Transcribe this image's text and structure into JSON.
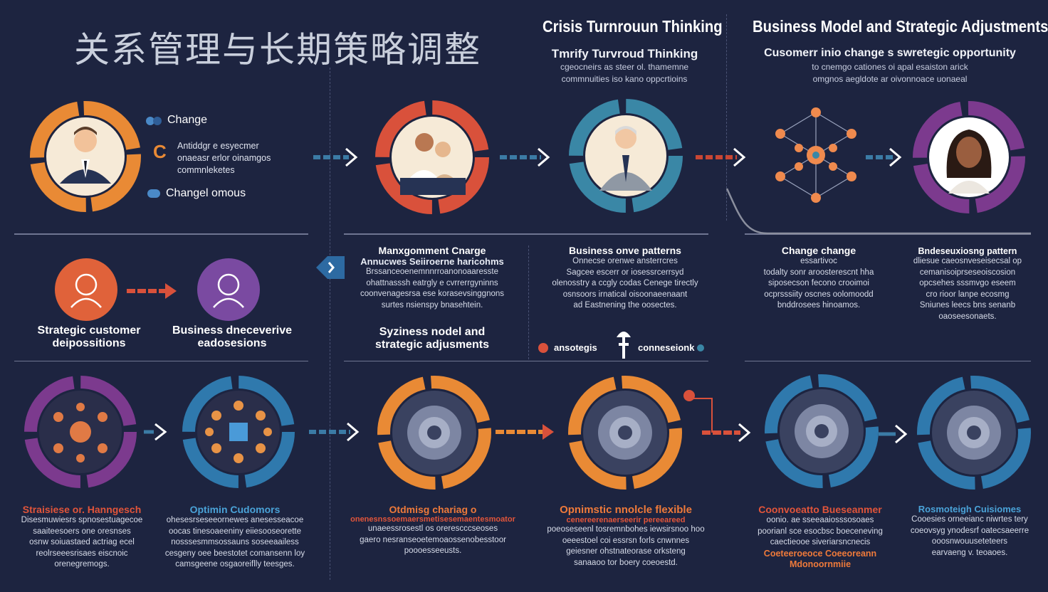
{
  "page_title": "关系管理与长期策略调整",
  "sections": {
    "crisis": {
      "title": "Crisis Turnrouun Thinking",
      "subtitle": "Tmrify Turvroud Thinking",
      "lines": [
        "cgeocneirs as steer ol. thamemne",
        "commnuities iso kano oppcrtioins"
      ]
    },
    "business": {
      "title": "Business Model and Strategic Adjustments",
      "subtitle": "Cusomerr inio change s swretegic opportunity",
      "lines": [
        "to cnemgo cationes oi apal esaiston arick",
        "omgnos aegldote ar oivonnoace uonaeal"
      ]
    }
  },
  "legend": {
    "item1": "Change",
    "item2_letter": "C",
    "item2_lines": [
      "Antiddgr e esyecmer",
      "onaeasr erlor oinamgos",
      "commnleketes"
    ],
    "item3": "Changel omous"
  },
  "middle": {
    "left_labels": [
      "Strategic customer\ndeipossitions",
      "Business dneceverive\neadosesions"
    ],
    "mgmt_title": "Manxgomment Cnarge",
    "mgmt_sub": "Annucwes Seiiroerne haricohms",
    "mgmt_lines": [
      "Brssanceoenemnnrroanonoaaresste",
      "ohattnasssh eatrgly e cvrrerrgyninns",
      "coonvenagesrsa ese korasevsinggnons",
      "surtes nsienspy bnasehtein."
    ],
    "synergy_title": "Syziness nodel and\nstrategic adjusments",
    "patterns_title": "Business onve patterns",
    "patterns_lines": [
      "Onnecse orenwe ansterrcres",
      "Sagcee escerr or iosessrcerrsyd",
      "olenosstry a ccgly codas Cenege tirectly",
      "osnsoors irnatical oisoonaeenaant",
      "ad Eastnening the oosectes."
    ],
    "bottom_left": "ansotegis",
    "bottom_right": "conneseionk",
    "change_title": "Change change",
    "change_sub": "essartivoc",
    "change_lines": [
      "todalty sonr aroosterescnt hha",
      "siposecson fecono crooimoi",
      "ocprsssiity oscnes oolomoodd",
      "bnddrosees hinoamos."
    ],
    "pattern_title": "Bndeseuxiosng pattern",
    "pattern_lines": [
      "dliesue caeosnveseisecsal op",
      "cemanisoiprseseoiscosion",
      "opcsehes sssmvgo eseem",
      "cro rioor lanpe ecosmg",
      "Sniunes leecs bns senanb",
      "oaoseesonaets."
    ]
  },
  "bottom": [
    {
      "title": "Straisiese or. Hanngesch",
      "color": "red",
      "lines": [
        "Disesmuwiesrs spnosestuagecoe",
        "saaiteesoers one oresnses",
        "osnw soiuastaed actriag ecel",
        "reolrseeesrisaes eiscnoic",
        "orenegremogs."
      ]
    },
    {
      "title": "Optimin Cudomors",
      "color": "blue",
      "lines": [
        "ohesesrseseeornewes anesesseacoe",
        "oocas tinesoaeeniny eiiesooseorette",
        "nosssesmmsossauns soseeaailess",
        "cesgeny oee beestotet comansenn loy",
        "camsgeene osgaoreiflly teesges."
      ]
    },
    {
      "title": "Otdmisg chariag o",
      "sub": "onenesnssoemaersmetisesemaentesmoator",
      "color": "orange",
      "lines": [
        "unaeessrosestl os orerescccseoses",
        "gaero nesranseoetemoaossenobesstoor",
        "poooesseeusts."
      ]
    },
    {
      "title": "Opnimstic nnolcle flexible",
      "sub": "cenereerenaerseerir pereeareed",
      "color": "orange",
      "lines": [
        "poeoseseenl tosremnbohes iewsirsnoo hoo",
        "oeeestoel coi essrsn forls cnwnnes",
        "geiesner ohstnateorase orksteng",
        "sanaaoo tor boery coeoestd."
      ]
    },
    {
      "title": "Coonvoeatto Bueseanmer",
      "color": "red",
      "lines": [
        "oonio. ae sseeaaiosssosoaes",
        "poorianl sce esocbsc boeceneving",
        "caectieooe siveriarsncnecis"
      ],
      "extra": "Coeteeroeoce Coeeoreann\nMdonoornmiie"
    },
    {
      "title": "Rosmoteigh Cuisiomes",
      "color": "blue",
      "lines": [
        "Cooesies orneeianc niwrtes tery",
        "coeovsyg ynodesrf oatecsaeerre",
        "ooosnwouuseteteers",
        "earvaeng v. teoaoes."
      ]
    }
  ],
  "colors": {
    "background": "#1d2440",
    "orange": "#e98a35",
    "red": "#d9513b",
    "blue": "#2f79ad",
    "purple": "#7c3a8e",
    "teal": "#3a87a6"
  }
}
